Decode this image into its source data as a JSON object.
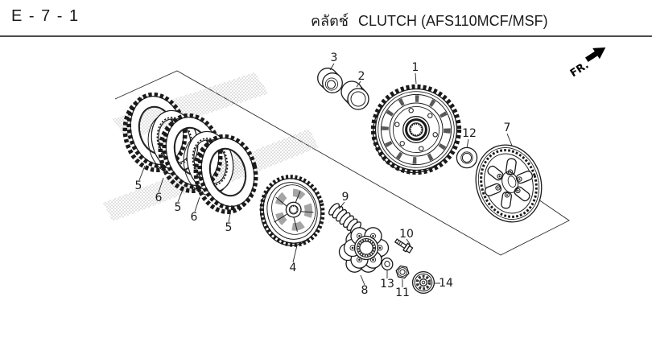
{
  "header": {
    "page_code": "E - 7 - 1",
    "title_thai": "คลัตช์",
    "title_en": "CLUTCH (AFS110MCF/MSF)"
  },
  "direction_indicator": {
    "label": "FR."
  },
  "parts_diagram": {
    "callouts": [
      "3",
      "2",
      "1",
      "12",
      "7",
      "5",
      "6",
      "5",
      "6",
      "5",
      "4",
      "9",
      "10",
      "8",
      "13",
      "11",
      "14"
    ]
  },
  "colors": {
    "background": "#ffffff",
    "line": "#1a1a1a",
    "divider": "#4c4c4c",
    "stipple_dots": "#adadad",
    "fr_arrow": "#000000"
  }
}
